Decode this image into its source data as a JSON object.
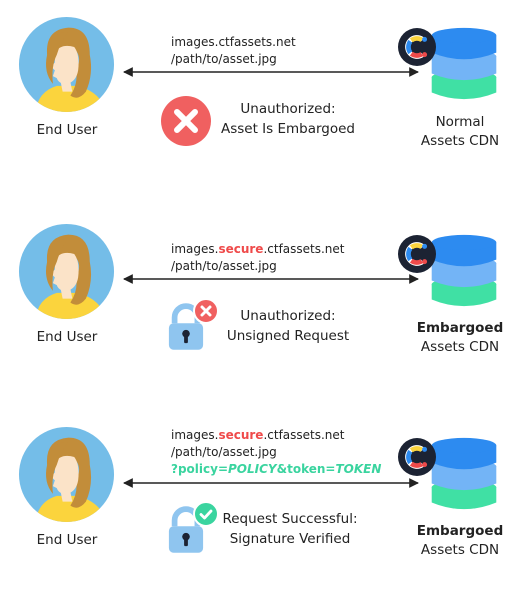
{
  "colors": {
    "avatar_bg": "#74bde8",
    "hair": "#c28d3a",
    "skin": "#fbe3c8",
    "shirt": "#fbd43d",
    "db_top": "#2d8bf0",
    "db_mid": "#73b4f6",
    "db_bottom": "#40e0a4",
    "error_red": "#f06060",
    "lock_blue": "#8fc5ef",
    "success_green": "#3ad49f",
    "url_highlight": "#ef4a4a"
  },
  "icons": {
    "avatar": "woman-avatar-icon",
    "database": "database-icon",
    "logo": "contentful-logo-icon",
    "error": "error-x-icon",
    "lock": "lock-icon",
    "check": "check-icon"
  },
  "scenarios": [
    {
      "user_label": "End User",
      "url": {
        "host_prefix": "images.",
        "host_highlight": "",
        "host_suffix": "ctfassets.net",
        "path": "/path/to/asset.jpg"
      },
      "status": {
        "line1": "Unauthorized:",
        "line2": "Asset Is Embargoed"
      },
      "cdn": {
        "line1": "Normal",
        "line2": "Assets CDN"
      }
    },
    {
      "user_label": "End User",
      "url": {
        "host_prefix": "images.",
        "host_highlight": "secure",
        "host_suffix": ".ctfassets.net",
        "path": "/path/to/asset.jpg"
      },
      "status": {
        "line1": "Unauthorized:",
        "line2": "Unsigned Request"
      },
      "cdn": {
        "line1": "Embargoed",
        "line2": "Assets CDN"
      }
    },
    {
      "user_label": "End User",
      "url": {
        "host_prefix": "images.",
        "host_highlight": "secure",
        "host_suffix": ".ctfassets.net",
        "path": "/path/to/asset.jpg",
        "query": {
          "k1": "?policy=",
          "v1": "POLICY",
          "k2": "&token=",
          "v2": "TOKEN"
        }
      },
      "status": {
        "line1": "Request Successful:",
        "line2": "Signature Verified"
      },
      "cdn": {
        "line1": "Embargoed",
        "line2": "Assets CDN"
      }
    }
  ]
}
